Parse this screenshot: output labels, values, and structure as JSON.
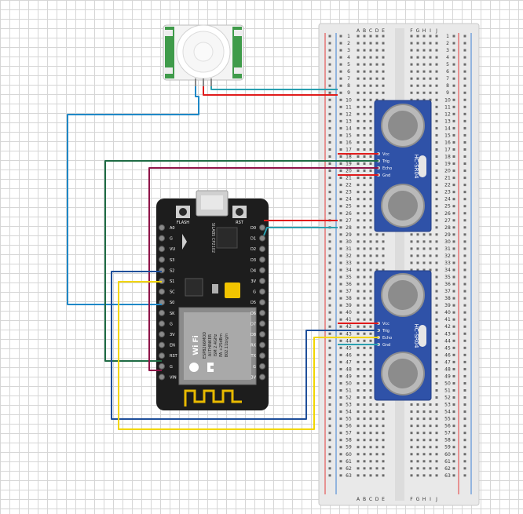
{
  "board": {
    "button_flash": "FLASH",
    "button_rst": "RST",
    "wifi": "Wi Fi",
    "chip": "SILABS CP2102",
    "module_lines": [
      "ESP8266MOD",
      "AI-THINKER",
      "ISM 2.4GHz",
      "PA +25dBm",
      "802.11b/g/n"
    ],
    "left_pins": [
      "A0",
      "G",
      "VU",
      "S3",
      "S2",
      "S1",
      "SC",
      "S0",
      "SK",
      "G",
      "3V",
      "EN",
      "RST",
      "G",
      "VIN"
    ],
    "right_pins": [
      "D0",
      "D1",
      "D2",
      "D3",
      "D4",
      "3V",
      "G",
      "D5",
      "D6",
      "D7",
      "D8",
      "RX",
      "TX",
      "G",
      "3V"
    ]
  },
  "sensor_top": {
    "label": "HC-SR04",
    "pins": [
      "Vcc",
      "Trig",
      "Echo",
      "Gnd"
    ]
  },
  "sensor_bottom": {
    "label": "HC-SR04",
    "pins": [
      "Vcc",
      "Trig",
      "Echo",
      "Gnd"
    ]
  },
  "breadboard": {
    "columns_left": [
      "A",
      "B",
      "C",
      "D",
      "E"
    ],
    "columns_right": [
      "F",
      "G",
      "H",
      "I",
      "J"
    ],
    "row_count": 63
  },
  "colors": {
    "wire_blue": "#1e88c7",
    "wire_dark_blue": "#1f4f9a",
    "wire_red": "#e01b1b",
    "wire_green": "#1e6b44",
    "wire_maroon": "#8f1448",
    "wire_yellow": "#f2d600",
    "wire_teal": "#2aa0b0",
    "sensor_blue": "#2f52a8",
    "board_black": "#1d1d1d"
  }
}
